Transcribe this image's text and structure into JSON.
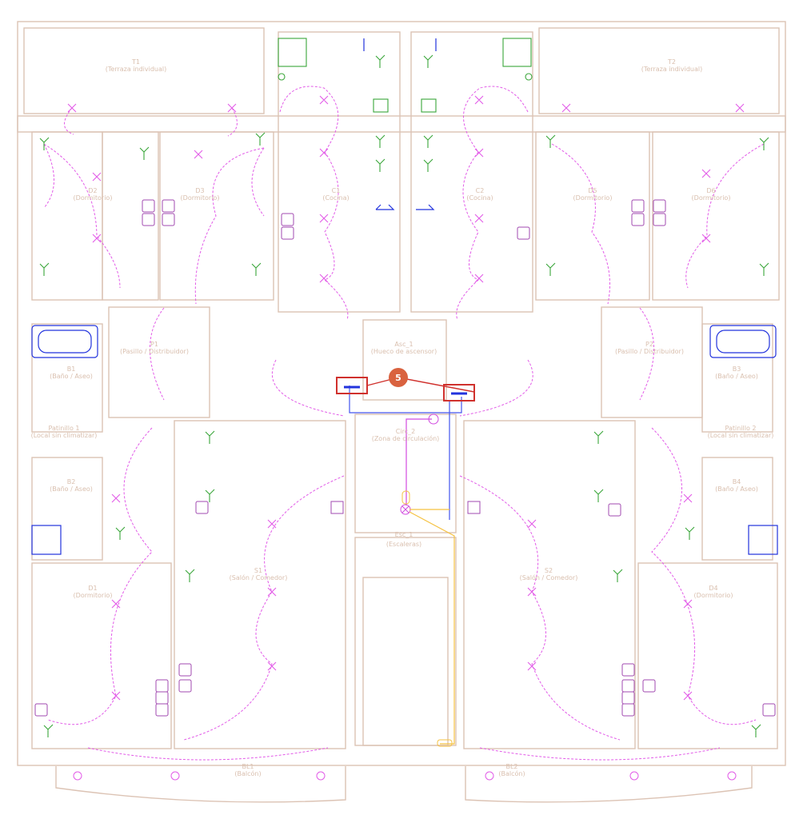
{
  "rooms": [
    {
      "id": "T1",
      "name": "(Terraza individual)"
    },
    {
      "id": "T2",
      "name": "(Terraza individual)"
    },
    {
      "id": "D2",
      "name": "(Dormitorio)"
    },
    {
      "id": "D3",
      "name": "(Dormitorio)"
    },
    {
      "id": "C1",
      "name": "(Cocina)"
    },
    {
      "id": "C2",
      "name": "(Cocina)"
    },
    {
      "id": "D5",
      "name": "(Dormitorio)"
    },
    {
      "id": "D6",
      "name": "(Dormitorio)"
    },
    {
      "id": "P1",
      "name": "(Pasillo / Distribuidor)"
    },
    {
      "id": "P2",
      "name": "(Pasillo / Distribuidor)"
    },
    {
      "id": "Asc_1",
      "name": "(Hueco de ascensor)"
    },
    {
      "id": "B1",
      "name": "(Baño / Aseo)"
    },
    {
      "id": "B3",
      "name": "(Baño / Aseo)"
    },
    {
      "id": "Patinillo 1",
      "name": "(Local sin climatizar)"
    },
    {
      "id": "Patinillo 2",
      "name": "(Local sin climatizar)"
    },
    {
      "id": "Circ_2",
      "name": "(Zona de circulación)"
    },
    {
      "id": "B2",
      "name": "(Baño / Aseo)"
    },
    {
      "id": "B4",
      "name": "(Baño / Aseo)"
    },
    {
      "id": "Esc_1",
      "name": "(Escaleras)"
    },
    {
      "id": "D1",
      "name": "(Dormitorio)"
    },
    {
      "id": "S1",
      "name": "(Salón / Comedor)"
    },
    {
      "id": "S2",
      "name": "(Salón / Comedor)"
    },
    {
      "id": "D4",
      "name": "(Dormitorio)"
    },
    {
      "id": "BL1",
      "name": "(Balcón)"
    },
    {
      "id": "BL2",
      "name": "(Balcón)"
    }
  ],
  "callout": {
    "number": "5"
  },
  "colors": {
    "wall": "#dcc3b4",
    "lighting": "#e25ce8",
    "switch": "#3aa63a",
    "plumbing": "#2233dd",
    "highlight": "#d0312d",
    "badge": "#d9623f",
    "gas": "#f5c242"
  }
}
